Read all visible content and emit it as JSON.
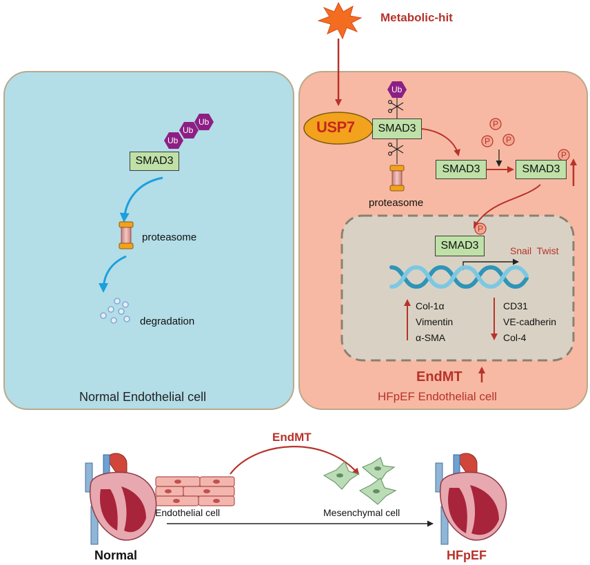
{
  "colors": {
    "normal_cell_bg": "#b3dde7",
    "hfpef_cell_bg": "#f7b9a3",
    "nucleus_bg": "#d9d2c4",
    "smad_box": "#bfe1a8",
    "ub": "#8d1f84",
    "usp7": "#f2a21d",
    "starburst": "#f36d21",
    "accent_red": "#b7322b",
    "blue_arrow": "#1aa0dc"
  },
  "top": {
    "metabolic_hit": "Metabolic-hit"
  },
  "normal": {
    "ub": [
      "Ub",
      "Ub",
      "Ub"
    ],
    "smad3": "SMAD3",
    "proteasome": "proteasome",
    "degradation": "degradation",
    "cell_label": "Normal Endothelial cell"
  },
  "hfpef": {
    "usp7": "USP7",
    "smad3": "SMAD3",
    "ub": "Ub",
    "proteasome": "proteasome",
    "smad3_mid": "SMAD3",
    "smad3_p": "SMAD3",
    "p": "P",
    "nucleus": {
      "smad3": "SMAD3",
      "snail_twist": "Snail  Twist",
      "up_genes": [
        "Col-1α",
        "Vimentin",
        "α-SMA"
      ],
      "down_genes": [
        "CD31",
        "VE-cadherin",
        "Col-4"
      ]
    },
    "endmt": "EndMT",
    "cell_label": "HFpEF Endothelial cell"
  },
  "bottom": {
    "endmt": "EndMT",
    "endothelial_cell": "Endothelial cell",
    "mesenchymal_cell": "Mesenchymal cell",
    "normal": "Normal",
    "hfpef": "HFpEF"
  }
}
